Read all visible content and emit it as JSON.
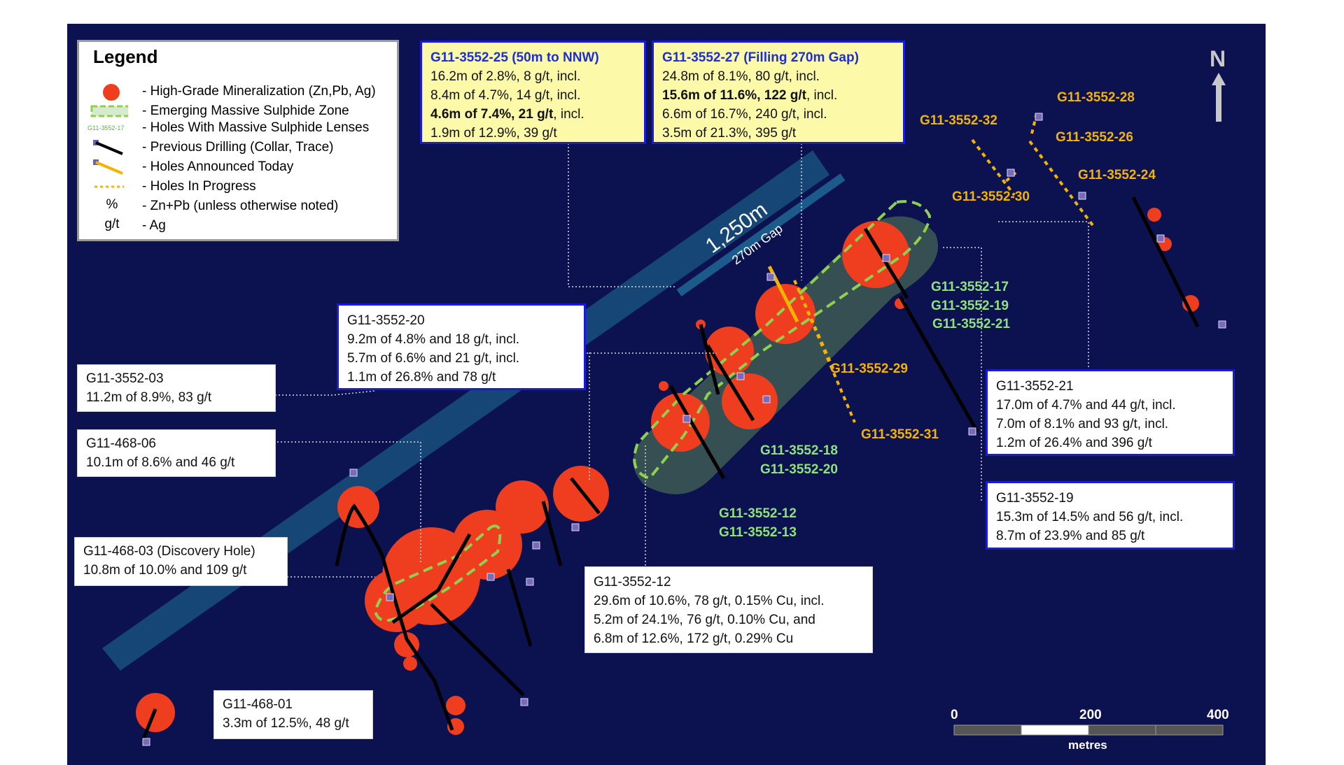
{
  "legend": {
    "title": "Legend",
    "items": [
      {
        "label": "- High-Grade Mineralization (Zn,Pb, Ag)",
        "icon": "red-blob-icon"
      },
      {
        "label": "- Emerging Massive Sulphide Zone",
        "icon": "green-dashed-zone-icon"
      },
      {
        "label": "- Holes With Massive Sulphide Lenses",
        "icon": "green-hole-label-icon",
        "sample": "G11-3552-17"
      },
      {
        "label": "- Previous Drilling (Collar, Trace)",
        "icon": "black-trace-icon"
      },
      {
        "label": "- Holes Announced Today",
        "icon": "yellow-trace-icon"
      },
      {
        "label": "- Holes In Progress",
        "icon": "dotted-yellow-icon"
      },
      {
        "label": "- Zn+Pb (unless otherwise noted)",
        "sym": "%"
      },
      {
        "label": "- Ag",
        "sym": "g/t"
      }
    ]
  },
  "callouts": {
    "c25": {
      "title": "G11-3552-25 (50m to NNW)",
      "lines": [
        "16.2m of 2.8%, 8 g/t, incl.",
        "8.4m of 4.7%, 14 g/t, incl."
      ],
      "bold_line": "4.6m of 7.4%, 21 g/t",
      "bold_suffix": ", incl.",
      "last": "1.9m of 12.9%, 39 g/t"
    },
    "c27": {
      "title": "G11-3552-27 (Filling 270m Gap)",
      "line1": "24.8m of 8.1%, 80 g/t, incl.",
      "bold_line": "15.6m of 11.6%, 122 g/t",
      "bold_suffix": ", incl.",
      "line3": "6.6m of 16.7%, 240 g/t, incl.",
      "line4": "3.5m of 21.3%, 395 g/t"
    },
    "c20": {
      "title": "G11-3552-20",
      "lines": [
        "9.2m of 4.8% and 18 g/t, incl.",
        "5.7m of 6.6% and 21 g/t, incl.",
        "1.1m of 26.8% and 78 g/t"
      ]
    },
    "c03": {
      "title": "G11-3552-03",
      "lines": [
        "11.2m of 8.9%, 83 g/t"
      ]
    },
    "c46806": {
      "title": "G11-468-06",
      "lines": [
        "10.1m of 8.6% and 46 g/t"
      ]
    },
    "c46803": {
      "title": "G11-468-03 (Discovery Hole)",
      "lines": [
        "10.8m of 10.0% and 109 g/t"
      ]
    },
    "c46801": {
      "title": "G11-468-01",
      "lines": [
        "3.3m of 12.5%, 48 g/t"
      ]
    },
    "c12": {
      "title": "G11-3552-12",
      "lines": [
        "29.6m of 10.6%, 78 g/t, 0.15% Cu, incl.",
        "5.2m of 24.1%, 76 g/t, 0.10% Cu, and",
        "6.8m of 12.6%, 172 g/t, 0.29% Cu"
      ]
    },
    "c21": {
      "title": "G11-3552-21",
      "lines": [
        "17.0m of 4.7% and 44 g/t, incl.",
        "7.0m of 8.1% and 93 g/t, incl.",
        "1.2m of 26.4% and 396 g/t"
      ]
    },
    "c19": {
      "title": "G11-3552-19",
      "lines": [
        "15.3m of 14.5% and 56 g/t, incl.",
        "8.7m of 23.9% and 85 g/t"
      ]
    }
  },
  "hole_labels": {
    "orange": [
      "G11-3552-32",
      "G11-3552-28",
      "G11-3552-26",
      "G11-3552-24",
      "G11-3552-30",
      "G11-3552-29",
      "G11-3552-31"
    ],
    "green": [
      "G11-3552-17",
      "G11-3552-19",
      "G11-3552-21",
      "G11-3552-18",
      "G11-3552-20",
      "G11-3552-12",
      "G11-3552-13"
    ]
  },
  "gap": {
    "distance": "1,250m",
    "gap": "270m Gap"
  },
  "north": "N",
  "scale": {
    "ticks": [
      "0",
      "200",
      "400"
    ],
    "unit": "metres"
  },
  "colors": {
    "background": "#0c1150",
    "mineralization": "#ee3d1f",
    "zone": "#8fd14f",
    "announced": "#f3b300",
    "green_label": "#8fe37a",
    "callout_border": "#1a1ad9",
    "yellow_box": "#fcf9a8"
  }
}
